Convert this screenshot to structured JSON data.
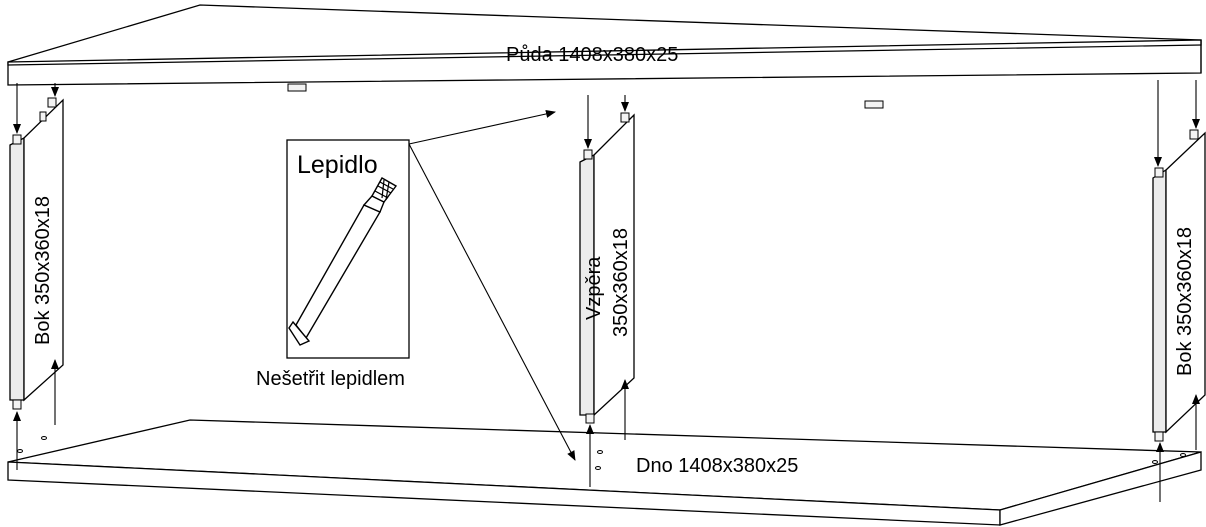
{
  "top_board": {
    "label": "Půda 1408x380x25"
  },
  "bottom_board": {
    "label": "Dno 1408x380x25"
  },
  "left_side": {
    "label": "Bok 350x360x18"
  },
  "right_side": {
    "label": "Bok 350x360x18"
  },
  "middle_strut": {
    "label_line1": "Vzpěra",
    "label_line2": "350x360x18"
  },
  "glue_box": {
    "title": "Lepidlo",
    "caption": "Nešetřit lepidlem"
  }
}
